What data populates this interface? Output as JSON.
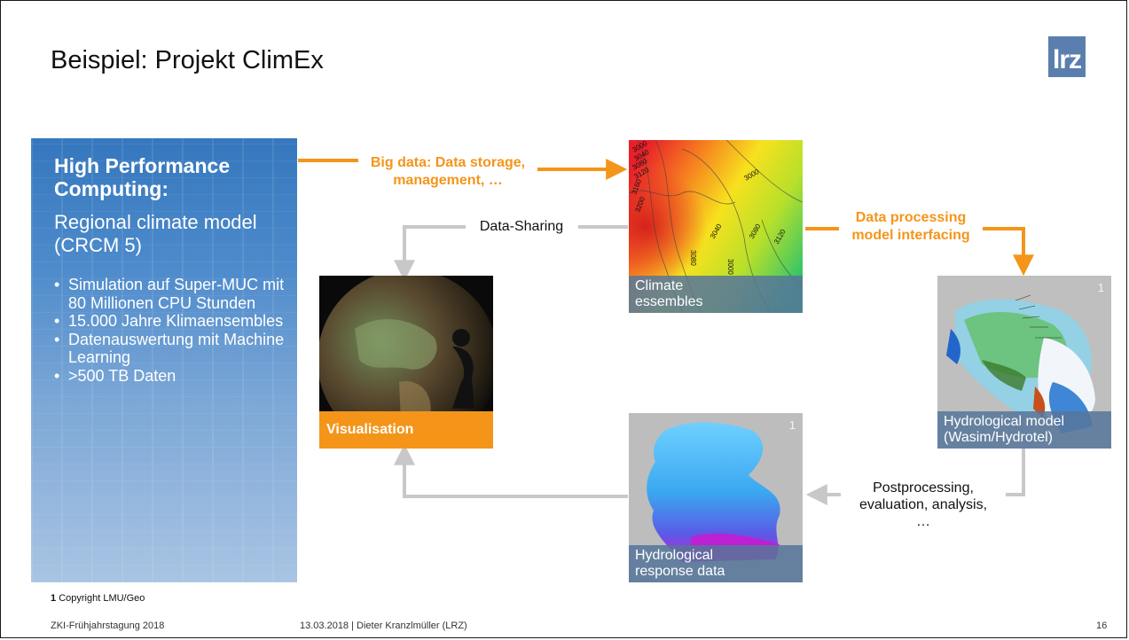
{
  "slide": {
    "title": "Beispiel: Projekt ClimEx",
    "logo_text": "lrz"
  },
  "hpc": {
    "heading": "High Performance Computing:",
    "subheading": "Regional climate model (CRCM 5)",
    "bullets": [
      "Simulation auf Super-MUC mit 80 Millionen CPU Stunden",
      "15.000 Jahre Klimaensembles",
      "Datenauswertung mit Machine Learning",
      ">500 TB Daten"
    ]
  },
  "labels": {
    "big_data_line1": "Big data: Data storage,",
    "big_data_line2": "management, …",
    "data_sharing": "Data-Sharing",
    "processing_line1": "Data processing",
    "processing_line2": "model interfacing",
    "post_line1": "Postprocessing,",
    "post_line2": "evaluation, analysis,",
    "post_line3": "…"
  },
  "images": {
    "climate": {
      "caption_line1": "Climate",
      "caption_line2": "essembles",
      "contours": [
        "3000",
        "3040",
        "3080",
        "3120",
        "3160",
        "3200",
        "3000",
        "3040",
        "3080",
        "3120",
        "3000",
        "3080"
      ]
    },
    "visualisation": {
      "caption": "Visualisation"
    },
    "hydro_model": {
      "caption_line1": "Hydrological model",
      "caption_line2": "(Wasim/Hydrotel)",
      "sup": "1"
    },
    "hydro_response": {
      "caption_line1": "Hydrological",
      "caption_line2": "response data",
      "sup": "1"
    }
  },
  "footnote": {
    "number": "1",
    "text": "Copyright LMU/Geo"
  },
  "footer": {
    "event": "ZKI-Frühjahrstagung 2018",
    "date_author": "13.03.2018 | Dieter Kranzlmüller (LRZ)",
    "page": "16"
  },
  "colors": {
    "orange": "#f4951a",
    "arrow_gray": "#c8c8c8",
    "hpc_blue": "#3577bd",
    "caption_blue": "#56769a"
  }
}
